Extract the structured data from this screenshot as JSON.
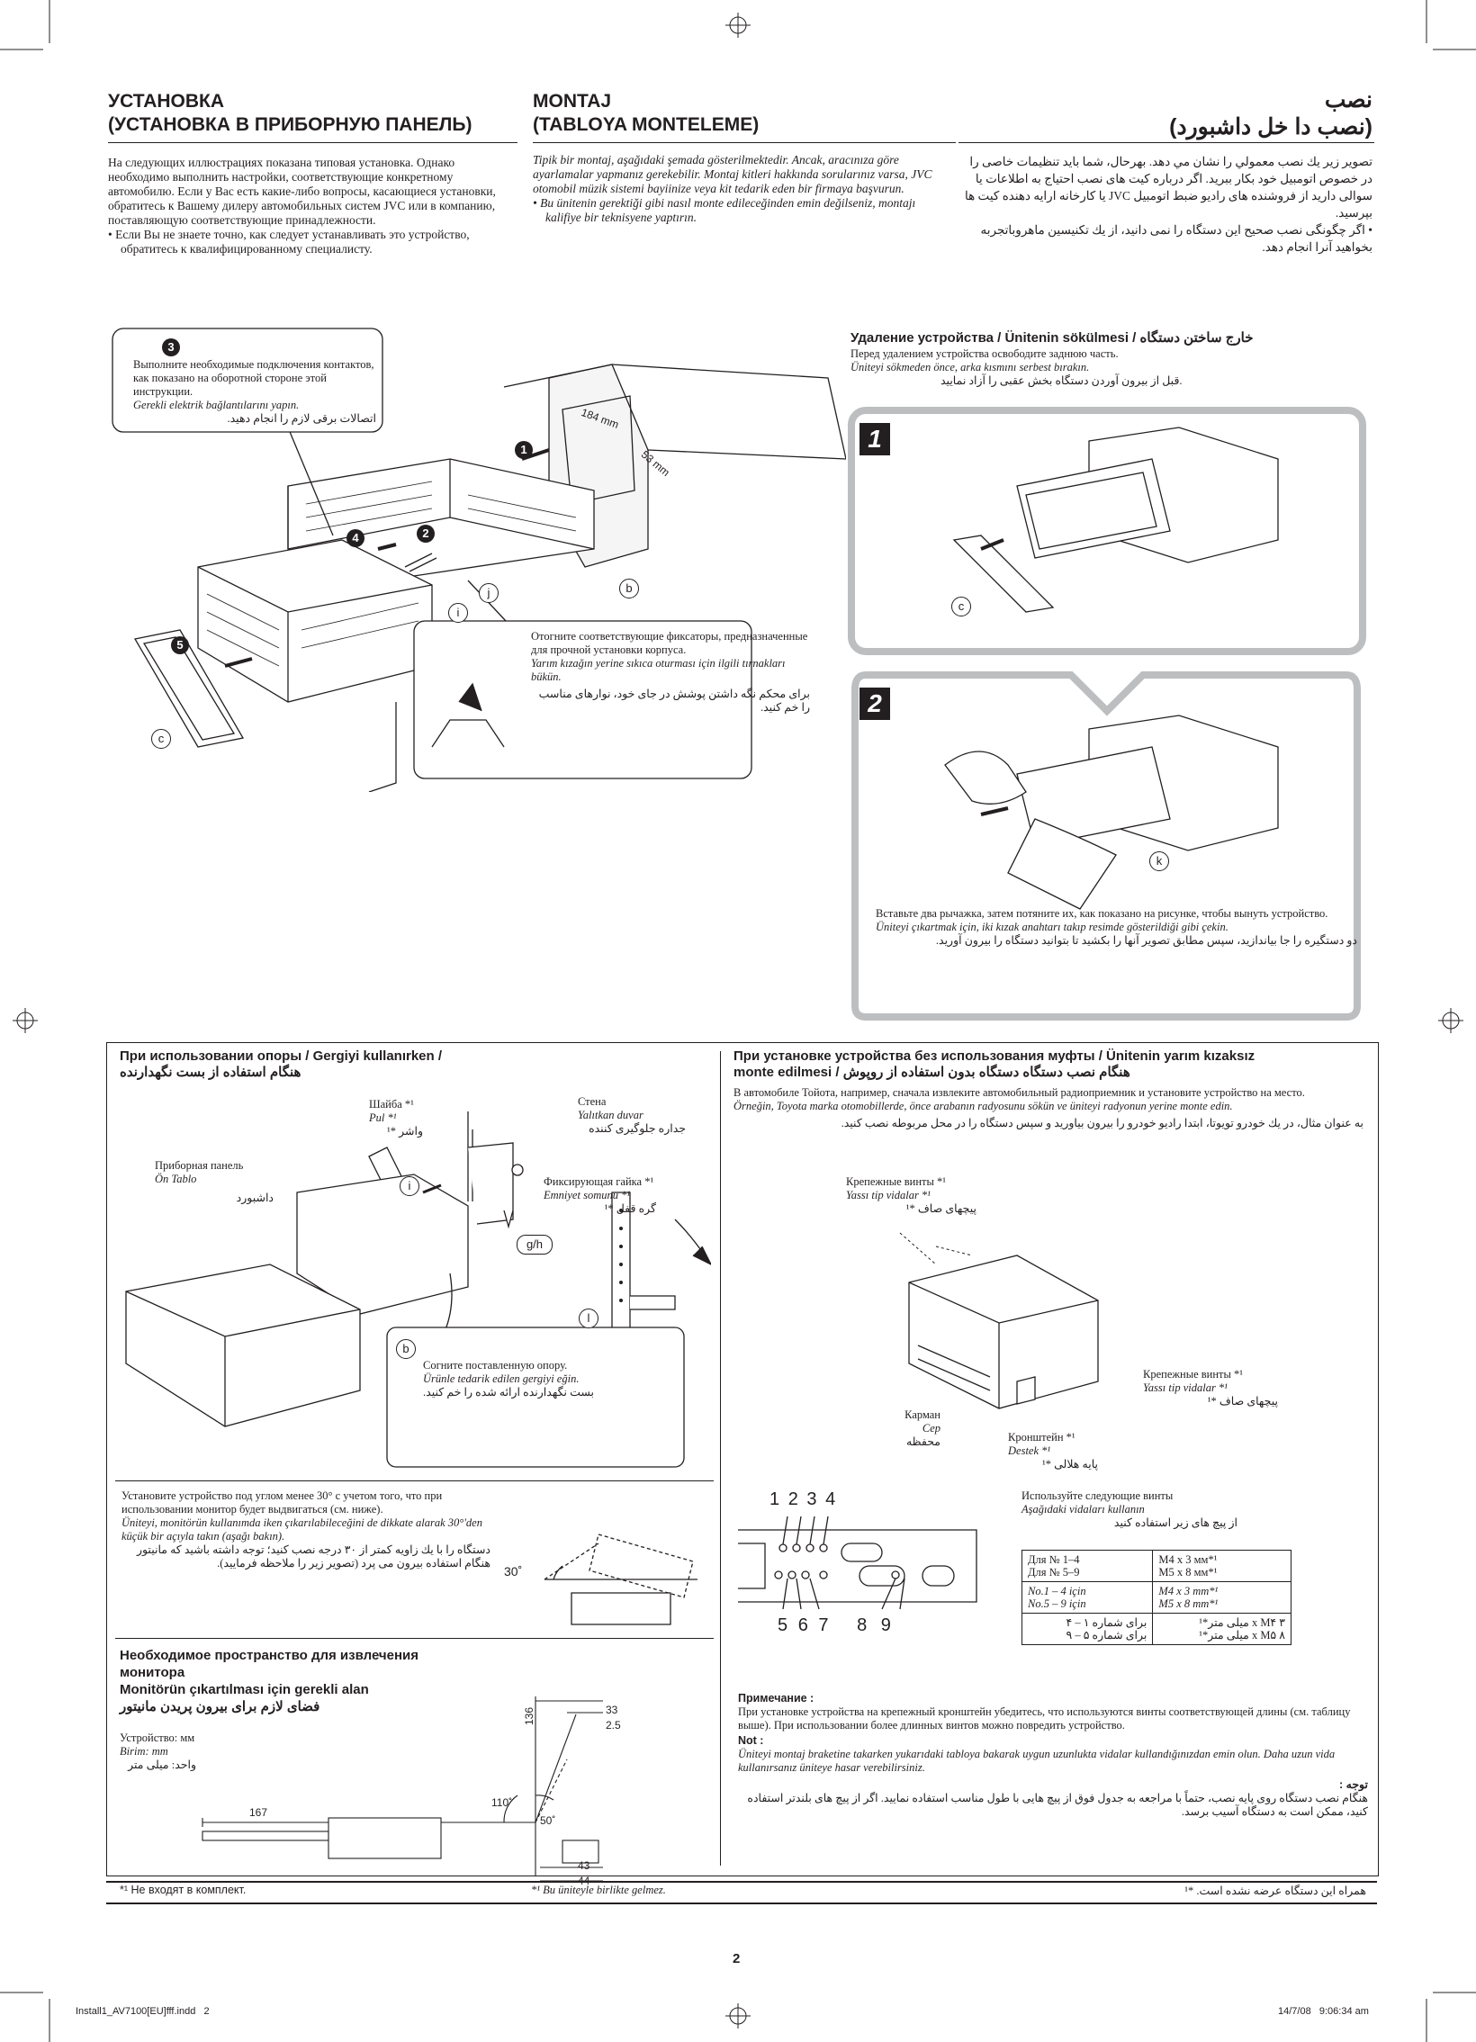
{
  "top": {
    "ru_title1": "УСТАНОВКА",
    "ru_title2": "(УСТАНОВКА В ПРИБОРНУЮ ПАНЕЛЬ)",
    "tr_title1": "MONTAJ",
    "tr_title2": "(TABLOYA MONTELEME)",
    "fa_title1": "نصب",
    "fa_title2": "(نصب دا خل داشبورد)",
    "ru_body": "На следующих иллюстрациях показана типовая установка. Однако необходимо выполнить настройки, соответствующие конкретному автомобилю. Если у Вас есть какие-либо вопросы, касающиеся установки, обратитесь к Вашему дилеру автомобильных систем JVC или в компанию, поставляющую соответствующие принадлежности.",
    "ru_bullet": "Если Вы не знаете точно, как следует устанавливать это устройство, обратитесь к квалифицированному специалисту.",
    "tr_body": "Tipik bir montaj, aşağıdaki şemada gösterilmektedir. Ancak, aracınıza göre ayarlamalar yapmanız gerekebilir. Montaj kitleri hakkında sorularınız varsa, JVC otomobil müzik sistemi bayiinize veya kit tedarik eden bir firmaya başvurun.",
    "tr_bullet": "Bu ünitenin gerektiği gibi nasıl monte edileceğinden emin değilseniz, montajı kalifiye bir teknisyene yaptırın.",
    "fa_body": "تصوير زير يك نصب معمولي را نشان مي دهد. بهرحال، شما بايد تنظيمات خاصى را در خصوص اتومبيل خود بكار ببريد. اگر درباره كيت هاى نصب احتياج به اطلاعات يا سوالى داريد از فروشنده هاى راديو ضبط اتومبيل JVC يا كارخانه ارايه دهنده كيت ها بپرسيد.",
    "fa_bullet": "اگر چگونگى نصب صحيح اين دستگاه را نمى دانيد، از يك تكنيسين ماهروباتجربه بخواهيد آنرا انجام دهد."
  },
  "diagram": {
    "callout3_ru": "Выполните необходимые подключения контактов, как показано на оборотной стороне этой инструкции.",
    "callout3_tr": "Gerekli elektrik bağlantılarını yapın.",
    "callout3_fa": "اتصالات برقى لازم را انجام دهيد.",
    "dim1": "184 mm",
    "dim2": "53 mm",
    "bend_ru": "Отогните соответствующие фиксаторы, предназначенные для прочной установки корпуса.",
    "bend_tr": "Yarım kızağın yerine sıkıca oturması için ilgili tırnakları bükün.",
    "bend_fa": "براى محكم نگه داشتن پوشش در جاى خود، نوارهاى مناسب را خم كنيد.",
    "n1": "1",
    "n2": "2",
    "n3": "3",
    "n4": "4",
    "n5": "5",
    "lb": "b",
    "lc": "c",
    "li": "i",
    "lj": "j",
    "lk": "k",
    "ll": "l",
    "lgh": "g/h"
  },
  "removal": {
    "title": "Удаление устройства / Ünitenin sökülmesi / خارج ساختن دستگاه",
    "ru": "Перед удалением устройства освободите заднюю часть.",
    "tr": "Üniteyi sökmeden önce, arka kısmını serbest bırakın.",
    "fa": "قبل از بيرون آوردن دستگاه بخش عقبى را آزاد نماييد.",
    "step1": "1",
    "step2": "2",
    "step2_ru": "Вставьте два рычажка, затем потяните их, как показано на рисунке, чтобы вынуть устройство.",
    "step2_tr": "Üniteyi çıkartmak için, iki kızak anahtarı takıp resimde gösterildiği gibi çekin.",
    "step2_fa": "دو دستگيره را جا بياندازيد، سپس مطابق تصوير آنها را بكشيد تا بتوانيد دستگاه را بيرون آوريد."
  },
  "support": {
    "title": "При использовании опоры / Gergiyi kullanırken /",
    "title_fa": "هنگام استفاده از بست نگهدارنده",
    "washer_ru": "Шайба *¹",
    "washer_tr": "Pul *¹",
    "washer_fa": "واشر *¹",
    "panel_ru": "Приборная панель",
    "panel_tr": "Ön Tablo",
    "panel_fa": "داشبورد",
    "wall_ru": "Стена",
    "wall_tr": "Yalıtkan duvar",
    "wall_fa": "جداره جلوگيرى كننده",
    "nut_ru": "Фиксирующая гайка *¹",
    "nut_tr": "Emniyet somunu *¹",
    "nut_fa": "گره قفل *¹",
    "bendsup_ru": "Согните поставленную опору.",
    "bendsup_tr": "Ürünle tedarik edilen gergiyi eğin.",
    "bendsup_fa": "بست نگهدارنده ارائه شده را خم كنيد.",
    "angle_ru": "Установите устройство под углом менее 30° с учетом того, что при использовании монитор будет выдвигаться (см. ниже).",
    "angle_tr": "Üniteyi, monitörün kullanımda iken çıkarılabileceğini de dikkate alarak 30°'den küçük bir açıyla takın (aşağı bakın).",
    "angle_fa": "دستگاه را با يك زاويه كمتر از ۳۰ درجه نصب كنيد؛ توجه داشته باشيد كه مانيتور هنگام استفاده بيرون مى پرد (تصوير زير را ملاحظه فرماييد).",
    "angle_label": "30˚",
    "space_title1": "Необходимое пространство для извлечения монитора",
    "space_title2": "Monitörün çıkartılması için gerekli alan",
    "space_title3": "فضاى لازم براى بيرون پريدن مانيتور",
    "unit_ru": "Устройство: мм",
    "unit_tr": "Birim: mm",
    "unit_fa": "واحد: ميلى متر",
    "d167": "167",
    "d110": "110˚",
    "d50": "50˚",
    "d136": "136",
    "d33": "33",
    "d25": "2.5",
    "d43": "43",
    "d44": "44"
  },
  "nosleeve": {
    "title1": "При установке устройства без использования муфты / Ünitenin yarım kızaksız",
    "title2": "monte edilmesi / هنگام نصب دستگاه دستگاه بدون استفاده از روپوش",
    "ru": "В автомобиле Тойота, например, сначала извлеките автомобильный радиоприемник и установите устройство на место.",
    "tr": "Örneğin, Toyota marka otomobillerde, önce arabanın radyosunu sökün ve üniteyi radyonun yerine monte edin.",
    "fa": "به عنوان مثال، در يك خودرو تويوتا، ابتدا راديو خودرو را بيرون بياوريد و سپس دستگاه را در محل مربوطه نصب كنيد.",
    "flat1_ru": "Крепежные винты *¹",
    "flat1_tr": "Yassı tip vidalar *¹",
    "flat1_fa": "پيچهاى صاف *¹",
    "flat2_ru": "Крепежные винты *¹",
    "flat2_tr": "Yassı tip vidalar *¹",
    "flat2_fa": "پيچهاى صاف *¹",
    "pocket_ru": "Карман",
    "pocket_tr": "Cep",
    "pocket_fa": "محفظه",
    "bracket_ru": "Кронштейн *¹",
    "bracket_tr": "Destek *¹",
    "bracket_fa": "پايه هلالى *¹",
    "screws_ru": "Используйте следующие винты",
    "screws_tr": "Aşağıdaki vidaları kullanın",
    "screws_fa": "از پيچ هاى زير استفاده كنيد",
    "holes_top": [
      "1",
      "2",
      "3",
      "4"
    ],
    "holes_bottom": [
      "5",
      "6",
      "7",
      "8",
      "9"
    ],
    "table": [
      [
        "Для № 1–4\nДля № 5–9",
        "M4 x 3 мм*¹\nM5 x 8 мм*¹"
      ],
      [
        "No.1 – 4 için\nNo.5 – 9 için",
        "M4 x 3 mm*¹\nM5 x 8 mm*¹"
      ],
      [
        "براى شماره ۱ – ۴\nبراى شماره ۵ – ۹",
        "۳ x M۴ ميلى متر*¹\n۸ x M۵ ميلى متر*¹"
      ]
    ],
    "note_ru_title": "Примечание :",
    "note_ru": "При установке устройства на крепежный кронштейн убедитесь, что используются винты соответствующей длины (см. таблицу выше). При использовании более длинных винтов можно повредить устройство.",
    "note_tr_title": "Not :",
    "note_tr": "Üniteyi montaj braketine takarken yukarıdaki tabloya bakarak uygun uzunlukta vidalar kullandığınızdan emin olun. Daha uzun vida kullanırsanız üniteye hasar verebilirsiniz.",
    "note_fa_title": "توجه :",
    "note_fa": "هنگام نصب دستگاه روى پايه نصب، حتماً با مراجعه به جدول فوق از پيچ هايى با طول مناسب استفاده نماييد. اگر از پيچ هاى بلندتر استفاده كنيد، ممكن است به دستگاه آسيب برسد."
  },
  "footer": {
    "ru": "*¹  Не входят в комплект.",
    "tr": "*¹  Bu üniteyle birlikte gelmez.",
    "fa": "همراه اين دستگاه عرضه نشده است.  *¹",
    "page": "2",
    "file": "Install1_AV7100[EU]fff.indd   2",
    "date": "14/7/08   9:06:34 am"
  }
}
